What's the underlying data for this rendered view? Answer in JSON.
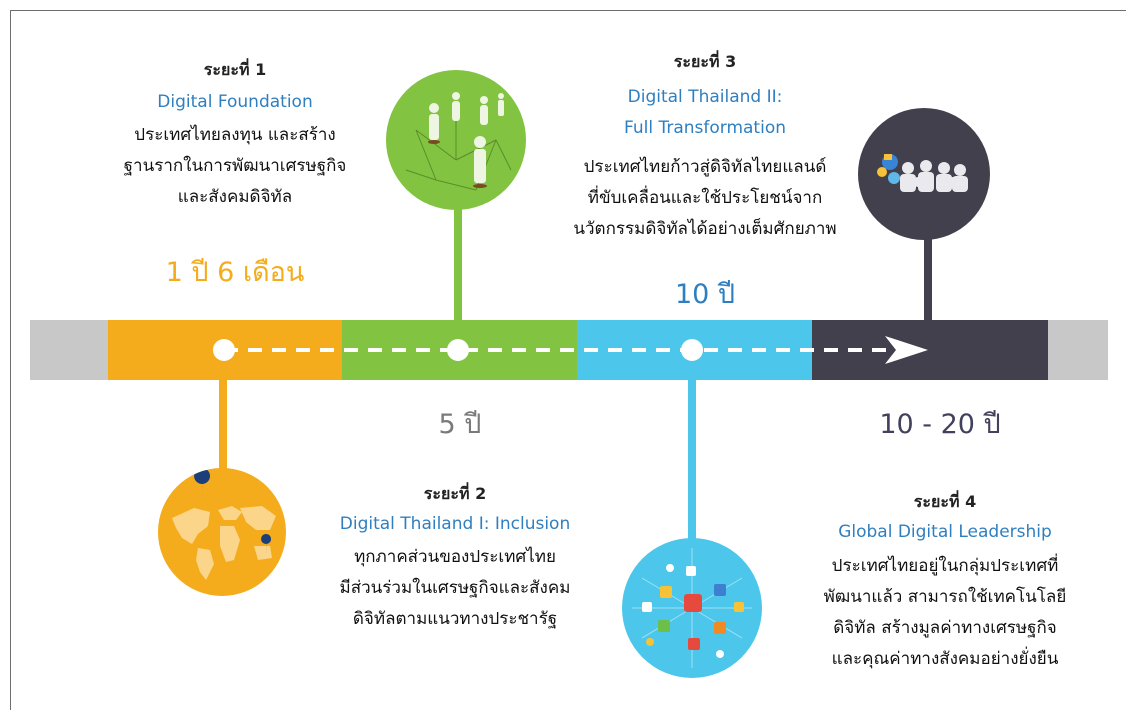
{
  "colors": {
    "gray": "#c8c8c8",
    "orange": "#f4ac1d",
    "green": "#82c341",
    "blue": "#4cc7eb",
    "dark": "#43404e",
    "phase2_text": "#2f7fc0",
    "duration_gray": "#7a7a7a",
    "duration_dark": "#43405c"
  },
  "phases": [
    {
      "title": "ระยะที่ 1",
      "subtitle": "Digital Foundation",
      "description": "ประเทศไทยลงทุน และสร้าง\nฐานรากในการพัฒนาเศรษฐกิจ\nและสังคมดิจิทัล",
      "duration": "1 ปี 6 เดือน",
      "icon": "world-map-icon"
    },
    {
      "title": "ระยะที่ 2",
      "subtitle": "Digital Thailand I: Inclusion",
      "description": "ทุกภาคส่วนของประเทศไทย\nมีส่วนร่วมในเศรษฐกิจและสังคม\nดิจิทัลตามแนวทางประชารัฐ",
      "duration": "5 ปี",
      "icon": "people-network-icon"
    },
    {
      "title": "ระยะที่ 3",
      "subtitle": "Digital Thailand II:\nFull Transformation",
      "description": "ประเทศไทยก้าวสู่ดิจิทัลไทยแลนด์\nที่ขับเคลื่อนและใช้ประโยชน์จาก\nนวัตกรรมดิจิทัลได้อย่างเต็มศักยภาพ",
      "duration": "10 ปี",
      "icon": "app-network-icon"
    },
    {
      "title": "ระยะที่ 4",
      "subtitle": "Global Digital Leadership",
      "description": "ประเทศไทยอยู่ในกลุ่มประเทศที่\nพัฒนาแล้ว สามารถใช้เทคโนโลยี\nดิจิทัล สร้างมูลค่าทางเศรษฐกิจ\nและคุณค่าทางสังคมอย่างยั่งยืน",
      "duration": "10 - 20 ปี",
      "icon": "global-crowd-icon"
    }
  ]
}
